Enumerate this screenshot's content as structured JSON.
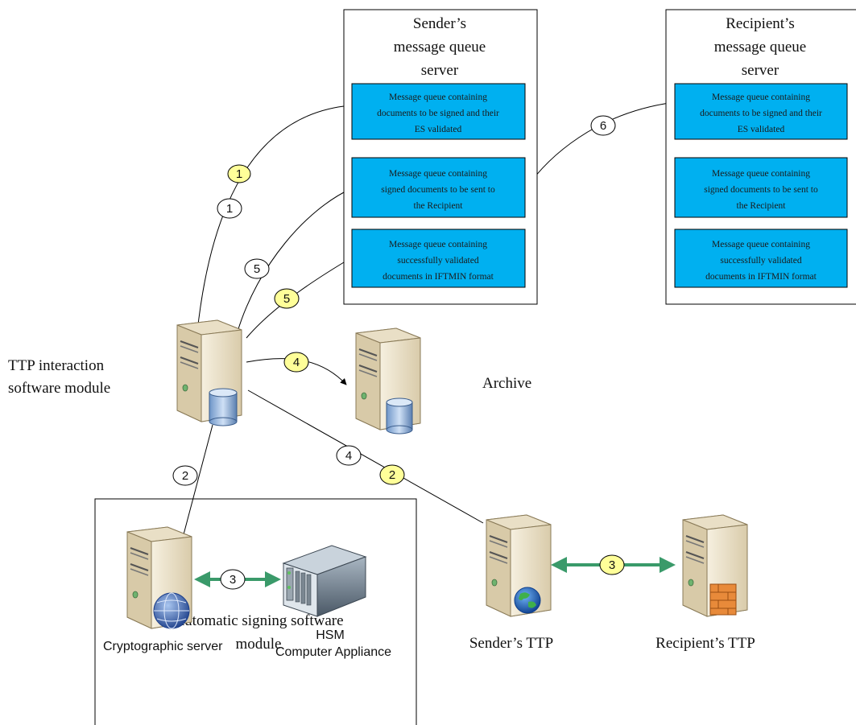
{
  "sender_server": {
    "title_lines": [
      "Sender’s",
      "message queue",
      "server"
    ],
    "queues": [
      [
        "Message queue containing",
        "documents to be signed and their",
        "ES validated"
      ],
      [
        "Message queue containing",
        "signed documents to be sent to",
        "the Recipient"
      ],
      [
        "Message queue containing",
        "successfully validated",
        "documents in IFTMIN format"
      ]
    ]
  },
  "recipient_server": {
    "title_lines": [
      "Recipient’s",
      "message queue",
      "server"
    ],
    "queues": [
      [
        "Message queue containing",
        "documents to be signed and their",
        "ES validated"
      ],
      [
        "Message queue containing",
        "signed documents to be sent to",
        "the Recipient"
      ],
      [
        "Message queue containing",
        "successfully validated",
        "documents in IFTMIN format"
      ]
    ]
  },
  "labels": {
    "ttp_module": [
      "TTP interaction",
      "software module"
    ],
    "archive": "Archive",
    "crypto_server": "Cryptographic server",
    "hsm": [
      "HSM",
      "Computer Appliance"
    ],
    "auto_signing": [
      "Automatic signing software",
      "module"
    ],
    "sender_ttp": "Sender’s TTP",
    "recipient_ttp": "Recipient’s TTP"
  },
  "badges": {
    "b1_yellow": "1",
    "b1_white": "1",
    "b5_white": "5",
    "b5_yellow": "5",
    "b6_white": "6",
    "b4_yellow": "4",
    "b2_white": "2",
    "b4_white": "4",
    "b2_yellow": "2",
    "b3_white": "3",
    "b3_yellow": "3"
  },
  "colors": {
    "queue_fill": "#00b0f0",
    "badge_yellow": "#ffff99",
    "badge_white": "#ffffff",
    "link_green": "#3a9a6a",
    "server_body": "#ece2cc"
  }
}
